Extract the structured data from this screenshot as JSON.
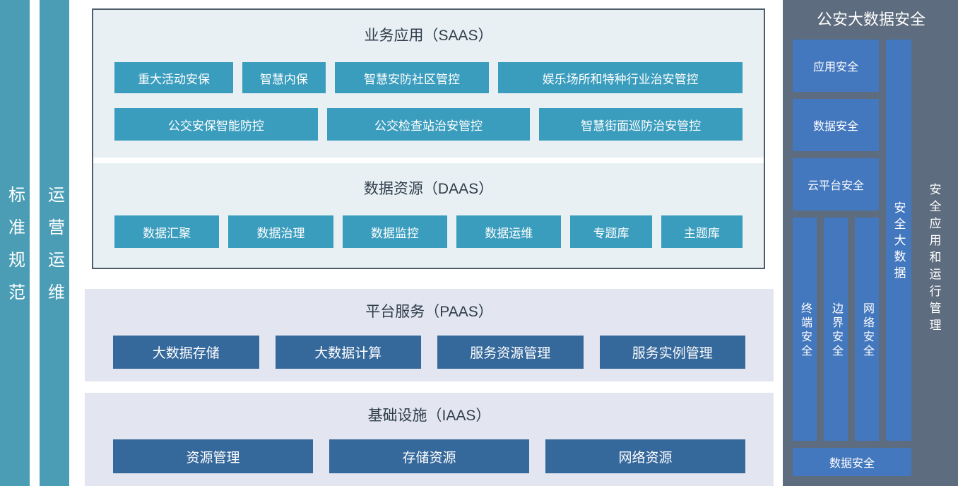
{
  "left_bars": [
    {
      "label": "标准规范"
    },
    {
      "label": "运营运维"
    }
  ],
  "sections": {
    "saas": {
      "title": "业务应用（SAAS）",
      "rows": [
        [
          "重大活动安保",
          "智慧内保",
          "智慧安防社区管控",
          "娱乐场所和特种行业治安管控"
        ],
        [
          "公交安保智能防控",
          "公交检查站治安管控",
          "智慧街面巡防治安管控"
        ]
      ]
    },
    "daas": {
      "title": "数据资源（DAAS）",
      "items": [
        "数据汇聚",
        "数据治理",
        "数据监控",
        "数据运维",
        "专题库",
        "主题库"
      ]
    },
    "paas": {
      "title": "平台服务（PAAS）",
      "items": [
        "大数据存储",
        "大数据计算",
        "服务资源管理",
        "服务实例管理"
      ]
    },
    "iaas": {
      "title": "基础设施（IAAS）",
      "items": [
        "资源管理",
        "存储资源",
        "网络资源"
      ]
    }
  },
  "security_panel": {
    "title": "公安大数据安全",
    "stack_items": [
      "应用安全",
      "数据安全",
      "云平台安全"
    ],
    "vertical_items": [
      "终端安全",
      "边界安全",
      "网络安全"
    ],
    "big_data_bar": "安全大数据",
    "right_bar": "安全应用和运行管理",
    "bottom_item": "数据安全"
  },
  "colors": {
    "teal_bar": "#4A9DB5",
    "teal_button": "#3B9DBE",
    "light_teal_bg": "#E8F0F3",
    "lavender_bg": "#E3E6F0",
    "steel_button": "#35689B",
    "panel_bg": "#5D6C7E",
    "panel_button": "#4377BE"
  }
}
